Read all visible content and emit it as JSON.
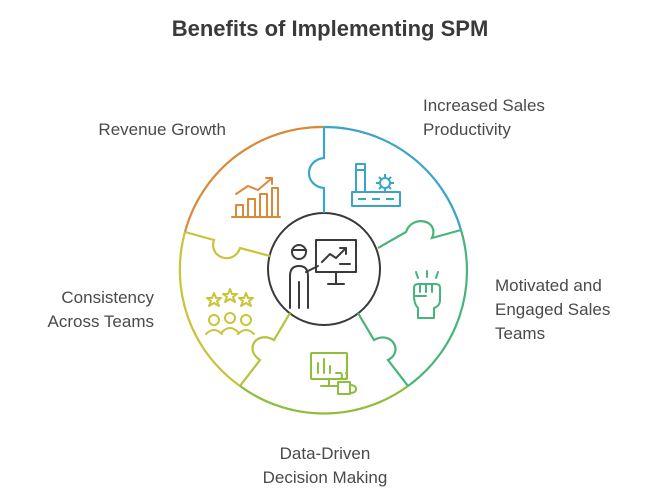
{
  "title": "Benefits of Implementing SPM",
  "segments": [
    {
      "id": "revenue-growth",
      "lines": [
        "Revenue Growth"
      ],
      "color": "#D9893A",
      "icon": "bar-chart-rising-icon"
    },
    {
      "id": "increased-sales-productivity",
      "lines": [
        "Increased Sales",
        "Productivity"
      ],
      "color": "#3AA5C9",
      "icon": "factory-gear-icon"
    },
    {
      "id": "motivated-engaged-teams",
      "lines": [
        "Motivated and",
        "Engaged Sales",
        "Teams"
      ],
      "color": "#47B57A",
      "icon": "raised-fist-icon"
    },
    {
      "id": "data-driven-decisions",
      "lines": [
        "Data-Driven",
        "Decision Making"
      ],
      "color": "#8DBE3C",
      "icon": "monitor-chart-coffee-icon"
    },
    {
      "id": "consistency-across-teams",
      "lines": [
        "Consistency",
        "Across Teams"
      ],
      "color": "#C9C43A",
      "icon": "stars-people-icon"
    }
  ],
  "center": {
    "icon": "presenter-whiteboard-icon",
    "color": "#3a3a3a"
  }
}
